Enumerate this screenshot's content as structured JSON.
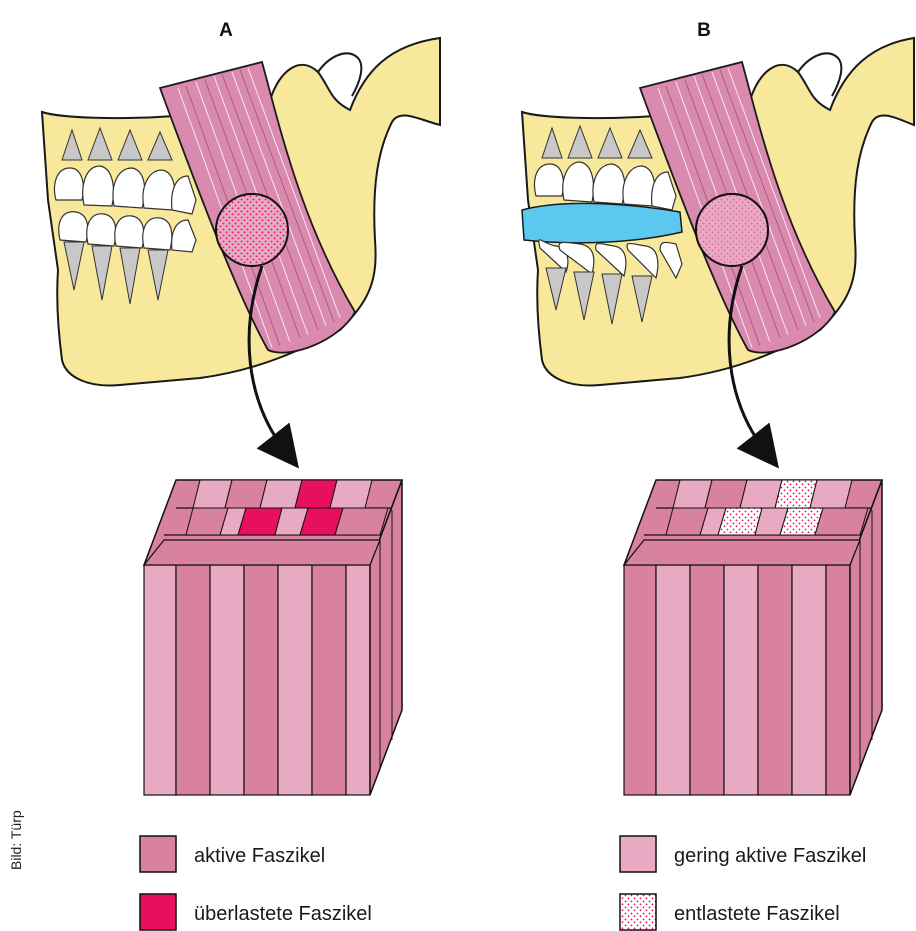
{
  "panels": [
    {
      "label": "A"
    },
    {
      "label": "B"
    }
  ],
  "legend": {
    "active": "aktive Faszikel",
    "overloaded": "überlastete Faszikel",
    "low_active": "gering aktive Faszikel",
    "relieved": "entlastete Faszikel"
  },
  "credit": "Bild: Türp",
  "colors": {
    "bone": "#f7e89b",
    "bone_outline": "#1a1a1a",
    "muscle": "#d98aae",
    "active_fascicle": "#d9829f",
    "low_active_fascicle": "#e8aac2",
    "overloaded_fascicle": "#e8105e",
    "dots": "#e8105e",
    "tooth": "#ffffff",
    "tooth_root": "#c8c8c8",
    "splint": "#5cc8ef"
  },
  "icons": [
    "arrow-icon",
    "magnifier-circle-icon"
  ]
}
